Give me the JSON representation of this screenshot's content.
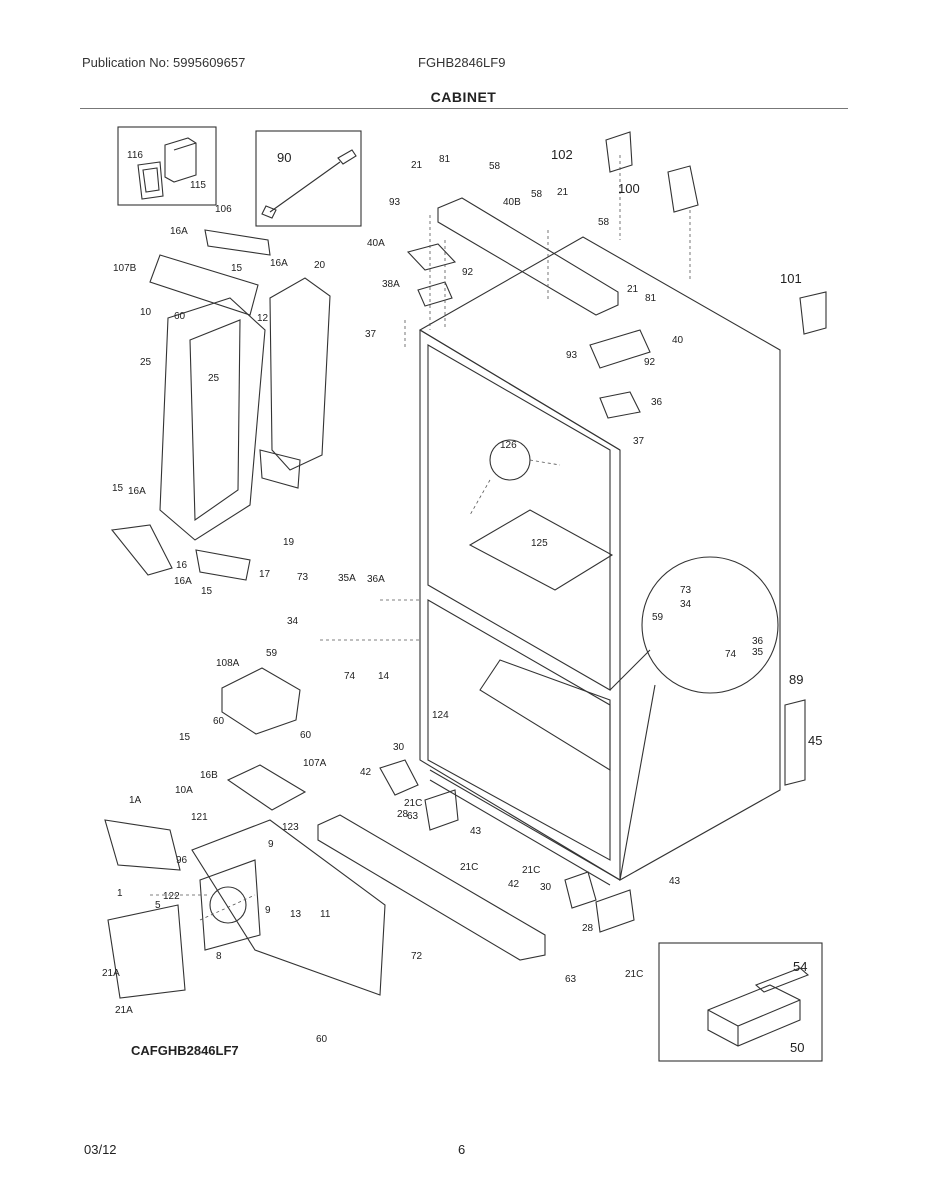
{
  "header": {
    "publication": "Publication No: 5995609657",
    "model": "FGHB2846LF9",
    "section": "CABINET"
  },
  "diagram": {
    "catalog_code": "CAFGHB2846LF7",
    "labels": {
      "l116": "116",
      "l115": "115",
      "l90": "90",
      "l21a": "21",
      "l81a": "81",
      "l58a": "58",
      "l102": "102",
      "l100": "100",
      "l93a": "93",
      "l40b": "40B",
      "l58b": "58",
      "l21b": "21",
      "l58c": "58",
      "l106": "106",
      "l16a1": "16A",
      "l16a2": "16A",
      "l107b": "107B",
      "l15a": "15",
      "l20": "20",
      "l40a": "40A",
      "l92a": "92",
      "l38a": "38A",
      "l101": "101",
      "l10": "10",
      "l60a": "60",
      "l12": "12",
      "l21c": "21",
      "l81b": "81",
      "l37a": "37",
      "l93b": "93",
      "l40": "40",
      "l25a": "25",
      "l25b": "25",
      "l92b": "92",
      "l36": "36",
      "l126": "126",
      "l37b": "37",
      "l15b": "15",
      "l16a3": "16A",
      "l19": "19",
      "l125": "125",
      "l16": "16",
      "l16a4": "16A",
      "l17": "17",
      "l15c": "15",
      "l73a": "73",
      "l35a": "35A",
      "l36a": "36A",
      "l73b": "73",
      "l34a": "34",
      "l34b": "34",
      "l59a": "59",
      "l59b": "59",
      "l74a": "74",
      "l36b": "36",
      "l35b": "35",
      "l74b": "74",
      "l108a": "108A",
      "l14": "14",
      "l89": "89",
      "l60b": "60",
      "l124": "124",
      "l15d": "15",
      "l60c": "60",
      "l45": "45",
      "l16b": "16B",
      "l107a": "107A",
      "l30a": "30",
      "l42a": "42",
      "l21cA": "21C",
      "l1a": "1A",
      "l10a": "10A",
      "l63a": "63",
      "l43a": "43",
      "l121": "121",
      "l123": "123",
      "l9a": "9",
      "l96": "96",
      "l21cB": "21C",
      "l21cC": "21C",
      "l42b": "42",
      "l30b": "30",
      "l43b": "43",
      "l1": "1",
      "l122": "122",
      "l5": "5",
      "l9b": "9",
      "l13": "13",
      "l11": "11",
      "l28a": "28",
      "l28b": "28",
      "l8": "8",
      "l72": "72",
      "l21aA": "21A",
      "l21aB": "21A",
      "l63b": "63",
      "l21cD": "21C",
      "l54": "54",
      "l60d": "60",
      "l50": "50"
    }
  },
  "footer": {
    "date": "03/12",
    "page": "6"
  }
}
